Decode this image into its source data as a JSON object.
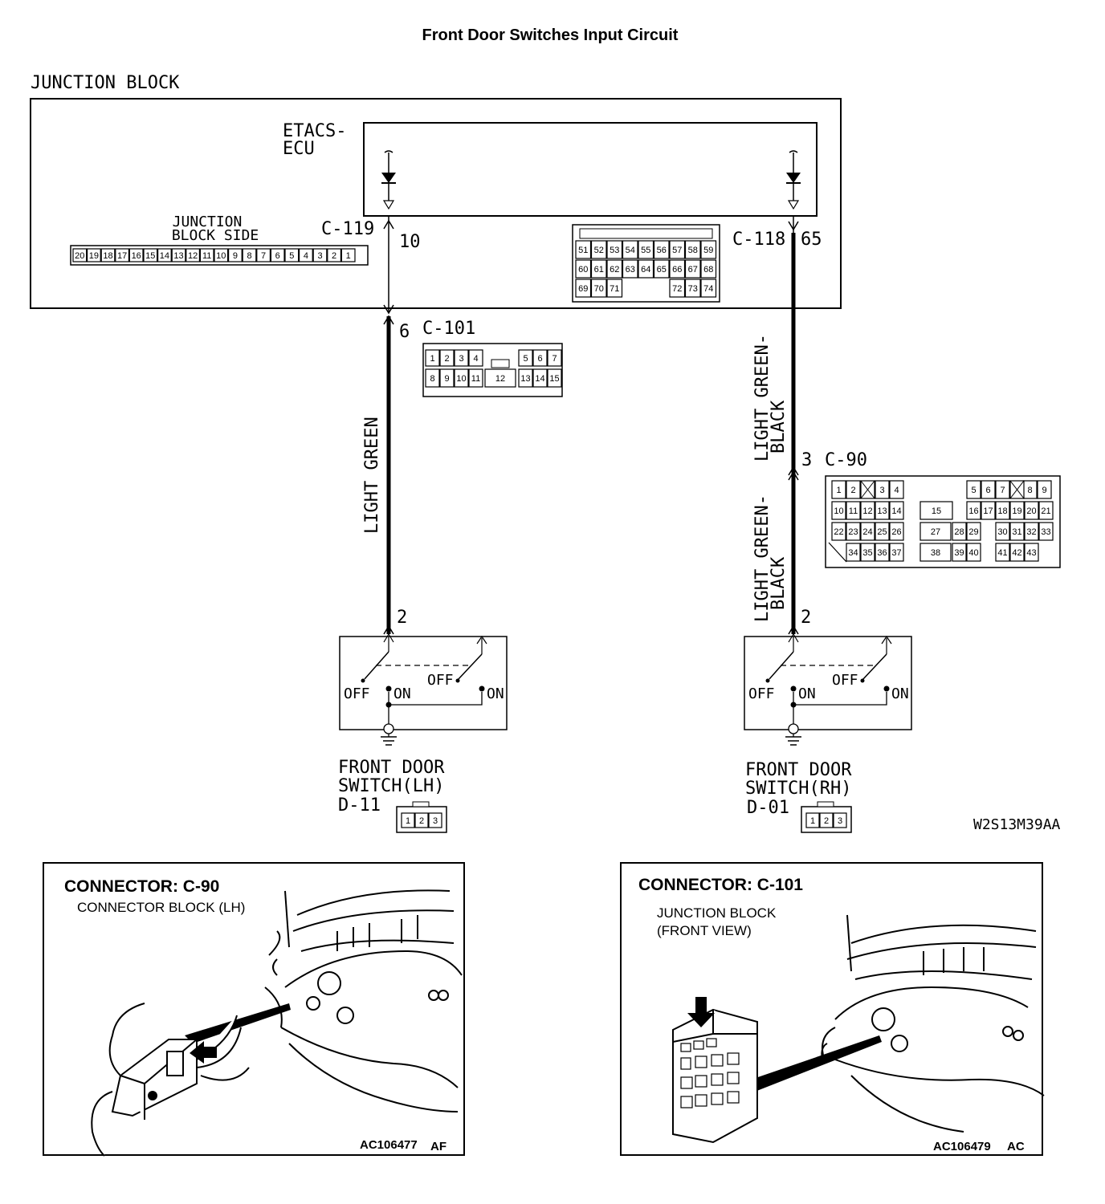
{
  "title": "Front Door Switches Input Circuit",
  "junction_block": {
    "label": "JUNCTION BLOCK",
    "ecu_label_line1": "ETACS-",
    "ecu_label_line2": "ECU",
    "side_label_line1": "JUNCTION",
    "side_label_line2": "BLOCK SIDE"
  },
  "connectors": {
    "c119": {
      "id": "C-119",
      "pin": "10",
      "pins": [
        "20",
        "19",
        "18",
        "17",
        "16",
        "15",
        "14",
        "13",
        "12",
        "11",
        "10",
        "9",
        "8",
        "7",
        "6",
        "5",
        "4",
        "3",
        "2",
        "1"
      ]
    },
    "c118": {
      "id": "C-118",
      "pin": "65",
      "row1": [
        "51",
        "52",
        "53",
        "54",
        "55",
        "56",
        "57",
        "58",
        "59"
      ],
      "row2": [
        "60",
        "61",
        "62",
        "63",
        "64",
        "65",
        "66",
        "67",
        "68"
      ],
      "row3": [
        "69",
        "70",
        "71",
        "",
        "",
        "",
        "72",
        "73",
        "74"
      ]
    },
    "c101": {
      "id": "C-101",
      "pin": "6",
      "row1": [
        "1",
        "2",
        "3",
        "4",
        "5",
        "6",
        "7"
      ],
      "row2": [
        "8",
        "9",
        "10",
        "11",
        "12",
        "13",
        "14",
        "15"
      ]
    },
    "c90": {
      "id": "C-90",
      "pin": "3",
      "row1": [
        "1",
        "2",
        "3",
        "4",
        "5",
        "6",
        "7",
        "8",
        "9"
      ],
      "row2": [
        "10",
        "11",
        "12",
        "13",
        "14",
        "15",
        "16",
        "17",
        "18",
        "19",
        "20",
        "21"
      ],
      "row3": [
        "22",
        "23",
        "24",
        "25",
        "26",
        "27",
        "28",
        "29",
        "30",
        "31",
        "32",
        "33"
      ],
      "row4": [
        "34",
        "35",
        "36",
        "37",
        "38",
        "39",
        "40",
        "41",
        "42",
        "43"
      ]
    }
  },
  "wires": {
    "left": "LIGHT GREEN",
    "right_line1": "LIGHT GREEN-",
    "right_line2": "BLACK"
  },
  "switches": {
    "lh": {
      "name_line1": "FRONT DOOR",
      "name_line2": "SWITCH(LH)",
      "code": "D-11",
      "pin": "2",
      "pins": [
        "1",
        "2",
        "3"
      ]
    },
    "rh": {
      "name_line1": "FRONT DOOR",
      "name_line2": "SWITCH(RH)",
      "code": "D-01",
      "pin": "2",
      "pins": [
        "1",
        "2",
        "3"
      ]
    },
    "off": "OFF",
    "on": "ON"
  },
  "diagram_code": "W2S13M39AA",
  "photo_left": {
    "heading": "CONNECTOR: C-90",
    "subtitle": "CONNECTOR BLOCK (LH)",
    "code": "AC106477",
    "code_suffix": "AF"
  },
  "photo_right": {
    "heading": "CONNECTOR: C-101",
    "subtitle_line1": "JUNCTION BLOCK",
    "subtitle_line2": "(FRONT VIEW)",
    "code": "AC106479",
    "code_suffix": "AC"
  }
}
